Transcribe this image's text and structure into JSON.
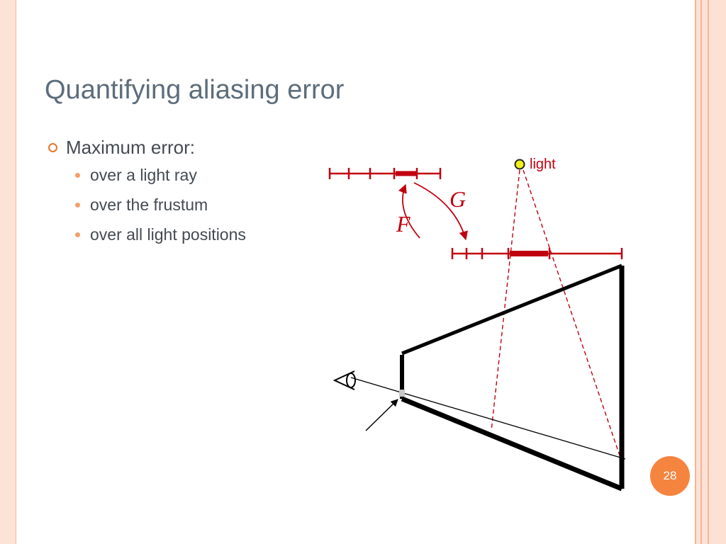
{
  "slide": {
    "title": "Quantifying aliasing error",
    "bullets": [
      {
        "text": "Maximum error:",
        "sub": [
          "over a light ray",
          "over the frustum",
          "over all light positions"
        ]
      }
    ],
    "page_number": "28"
  },
  "diagram": {
    "light_label": "light",
    "label_G": "G",
    "label_F": "F"
  },
  "colors": {
    "title": "#5d6d7b",
    "body_text": "#444a52",
    "accent": "#e8762d",
    "diagram_red": "#c0000f",
    "light_fill": "#f2ef1a"
  }
}
